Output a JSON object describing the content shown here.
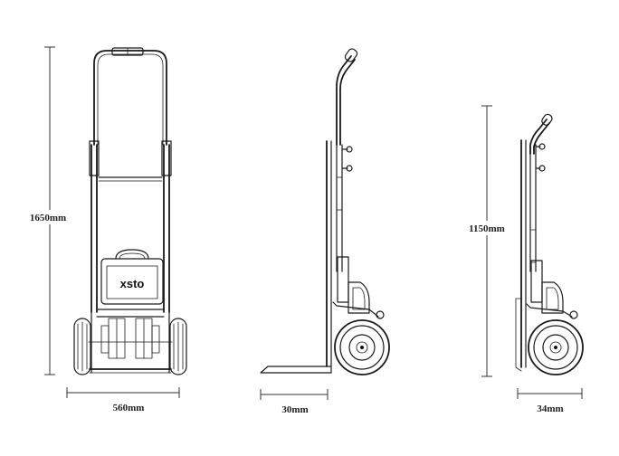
{
  "dimensions": {
    "front_height": "1650mm",
    "front_width": "560mm",
    "side_depth": "30mm",
    "compact_height": "1150mm",
    "compact_depth": "34mm"
  },
  "brand": {
    "logo_text": "xsto"
  }
}
